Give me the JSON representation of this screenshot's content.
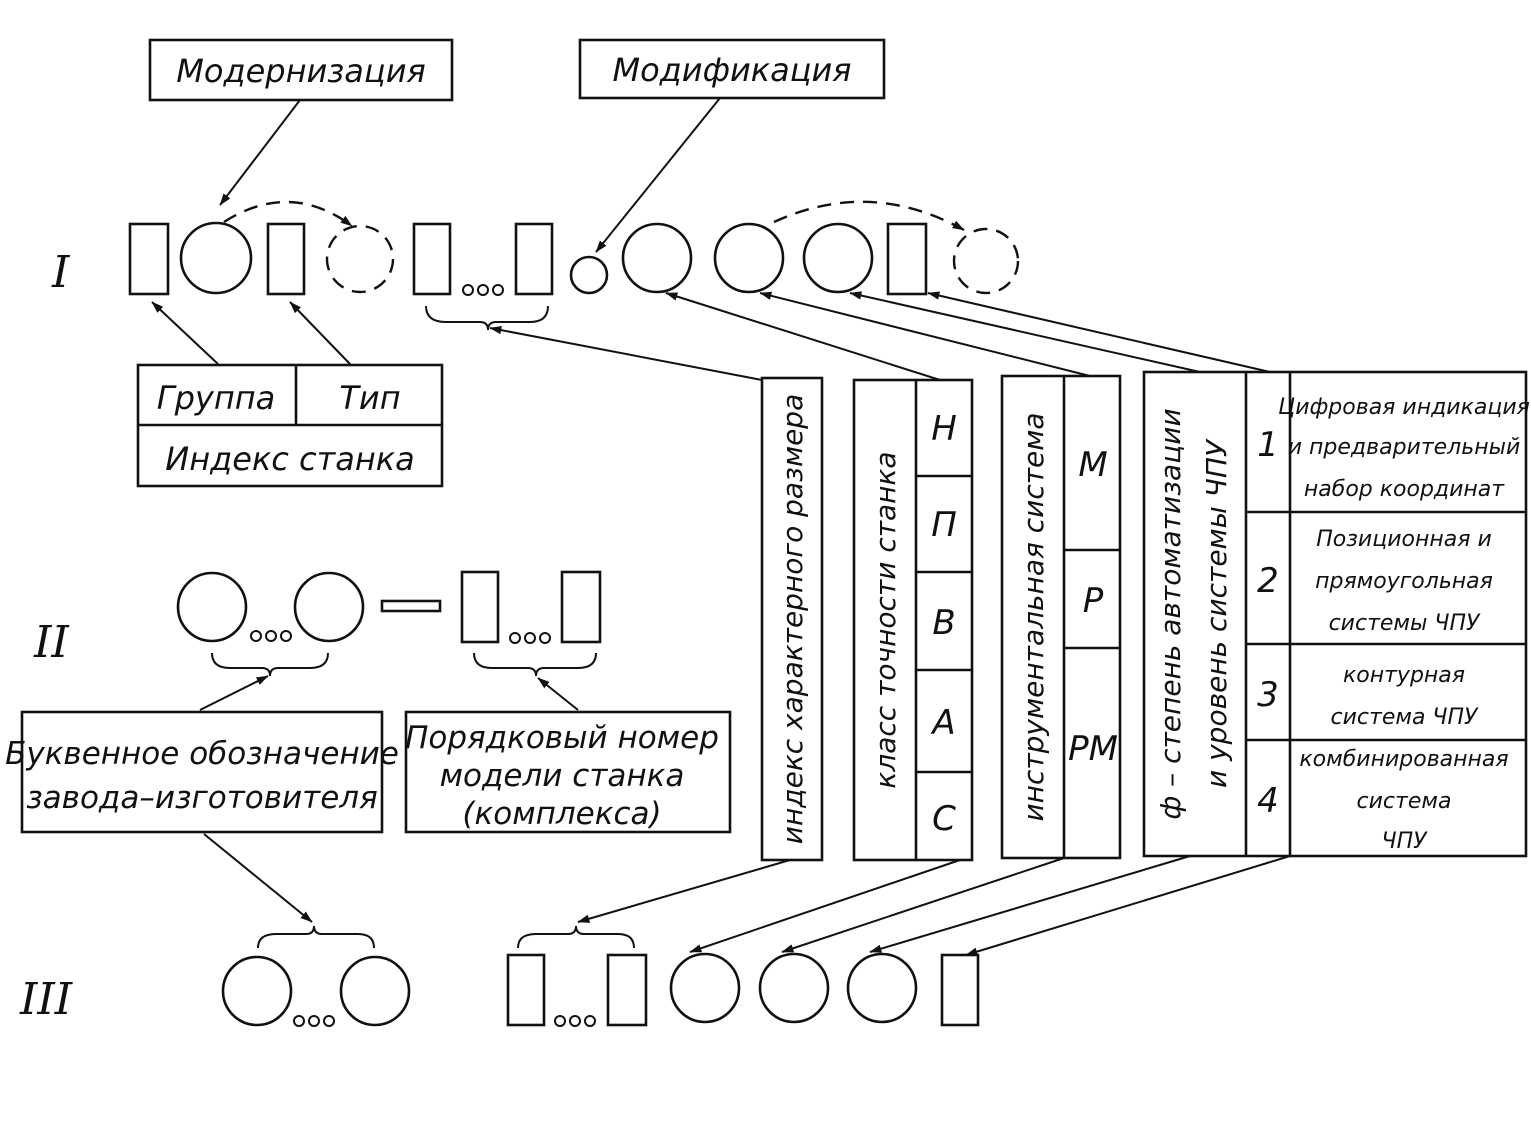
{
  "rows": {
    "r1": "I",
    "r2": "II",
    "r3": "III"
  },
  "labels": {
    "modernization": "Модернизация",
    "modification": "Модификация",
    "group": "Группа",
    "type": "Тип",
    "index": "Индекс станка",
    "maker_line1": "Буквенное обозначение",
    "maker_line2": "завода–изготовителя",
    "serial_line1": "Порядковый номер",
    "serial_line2": "модели станка",
    "serial_line3": "(комплекса)"
  },
  "size_index": {
    "title": "индекс характерного размера"
  },
  "accuracy": {
    "title": "класс точности станка",
    "classes": [
      "Н",
      "П",
      "В",
      "А",
      "С"
    ]
  },
  "tooling": {
    "title": "инструментальная система",
    "codes": [
      "М",
      "Р",
      "РМ"
    ]
  },
  "automation": {
    "title_line1": "ф – степень автоматизации",
    "title_line2": "и уровень системы ЧПУ",
    "levels": [
      {
        "num": "1",
        "lines": [
          "Цифровая индикация",
          "и предварительный",
          "набор координат"
        ]
      },
      {
        "num": "2",
        "lines": [
          "Позиционная и",
          "прямоугольная",
          "системы ЧПУ"
        ]
      },
      {
        "num": "3",
        "lines": [
          "контурная",
          "система ЧПУ"
        ]
      },
      {
        "num": "4",
        "lines": [
          "комбинированная",
          "система",
          "ЧПУ"
        ]
      }
    ]
  }
}
